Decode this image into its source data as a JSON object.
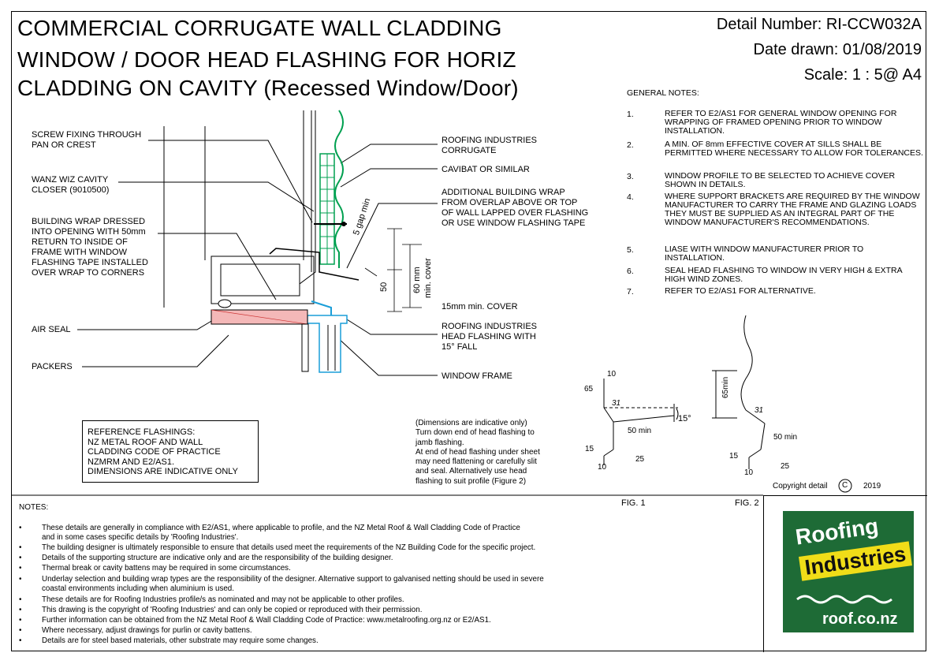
{
  "title": {
    "line1": "COMMERCIAL CORRUGATE WALL CLADDING",
    "line2": "WINDOW / DOOR HEAD FLASHING FOR HORIZ",
    "line3": "CLADDING ON CAVITY (Recessed Window/Door)"
  },
  "header": {
    "detail_number": "Detail Number:  RI-CCW032A",
    "date_drawn": "Date drawn:  01/08/2019",
    "scale": "Scale:   1 : 5@ A4"
  },
  "general_notes": {
    "heading": "GENERAL NOTES:",
    "items": [
      {
        "num": "1.",
        "text": "REFER TO E2/AS1 FOR GENERAL WINDOW OPENING FOR WRAPPING OF FRAMED OPENING PRIOR TO WINDOW INSTALLATION."
      },
      {
        "num": "2.",
        "text": "A MIN. OF 8mm EFFECTIVE COVER AT SILLS SHALL BE PERMITTED WHERE NECESSARY TO ALLOW FOR TOLERANCES."
      },
      {
        "num": "3.",
        "text": "WINDOW PROFILE TO BE SELECTED TO ACHIEVE COVER SHOWN IN DETAILS."
      },
      {
        "num": "4.",
        "text": "WHERE SUPPORT BRACKETS ARE REQUIRED BY THE WINDOW MANUFACTURER TO CARRY THE FRAME AND GLAZING LOADS THEY MUST BE SUPPLIED AS AN INTEGRAL PART OF THE WINDOW MANUFACTURER'S RECOMMENDATIONS."
      },
      {
        "num": "5.",
        "text": "LIASE WITH WINDOW MANUFACTURER PRIOR TO INSTALLATION."
      },
      {
        "num": "6.",
        "text": "SEAL HEAD FLASHING TO WINDOW IN VERY HIGH & EXTRA HIGH WIND ZONES."
      },
      {
        "num": "7.",
        "text": "REFER TO E2/AS1 FOR ALTERNATIVE."
      }
    ]
  },
  "labels_left": {
    "screw": [
      "SCREW FIXING THROUGH",
      "PAN OR CREST"
    ],
    "closer": [
      "WANZ WIZ CAVITY",
      "CLOSER (9010500)"
    ],
    "wrap": [
      "BUILDING WRAP DRESSED",
      "INTO OPENING WITH 50mm",
      "RETURN TO INSIDE OF",
      "FRAME WITH WINDOW",
      "FLASHING TAPE INSTALLED",
      "OVER WRAP TO CORNERS"
    ],
    "air_seal": "AIR SEAL",
    "packers": "PACKERS"
  },
  "labels_right": {
    "corrugate": [
      "ROOFING INDUSTRIES",
      "CORRUGATE"
    ],
    "cavibat": "CAVIBAT OR SIMILAR",
    "add_wrap": [
      "ADDITIONAL BUILDING WRAP",
      "FROM OVERLAP ABOVE OR TOP",
      "OF WALL LAPPED OVER FLASHING",
      "OR USE WINDOW FLASHING TAPE"
    ],
    "cover": "15mm min. COVER",
    "head_flashing": [
      "ROOFING INDUSTRIES",
      "HEAD FLASHING WITH",
      "15° FALL"
    ],
    "window_frame": "WINDOW FRAME"
  },
  "dimensions": {
    "gap": "5 gap min",
    "fifty": "50",
    "sixty": "60 mm",
    "min_cover": "min. cover"
  },
  "reference_box": [
    "REFERENCE FLASHINGS:",
    "NZ METAL ROOF AND WALL",
    "CLADDING CODE OF PRACTICE",
    "NZMRM AND E2/AS1.",
    "DIMENSIONS ARE INDICATIVE ONLY"
  ],
  "dimension_note": [
    "(Dimensions are indicative only)",
    "Turn down end of head flashing to",
    "jamb flashing.",
    "At end of head flashing under sheet",
    "may need flattening or carefully slit",
    "and seal. Alternatively use head",
    "flashing to suit profile (Figure 2)"
  ],
  "fig1": {
    "caption": "FIG. 1",
    "d10_top": "10",
    "d65": "65",
    "d31": "31",
    "d15deg": "15°",
    "d50": "50 min",
    "d15": "15",
    "d25": "25",
    "d10_bot": "10"
  },
  "fig2": {
    "caption": "FIG. 2",
    "d65": "65min",
    "d31": "31",
    "d50": "50 min",
    "d15": "15",
    "d25": "25",
    "d10": "10"
  },
  "copyright": {
    "text": "Copyright detail",
    "symbol": "C",
    "year": "2019"
  },
  "notes": {
    "heading": "NOTES:",
    "rows": [
      {
        "bullet": "•",
        "text": "These details are generally in compliance with E2/AS1, where applicable to profile, and the NZ Metal Roof & Wall Cladding Code of Practice"
      },
      {
        "bullet": "",
        "text": "and in some cases specific details by 'Roofing Industries'."
      },
      {
        "bullet": "•",
        "text": "The building designer is ultimately responsible to ensure that details used meet the requirements of the NZ Building Code for the specific project."
      },
      {
        "bullet": "•",
        "text": "Details of the supporting structure are indicative only and are the responsibility of the building designer."
      },
      {
        "bullet": "•",
        "text": "Thermal break or cavity battens may be required in some circumstances."
      },
      {
        "bullet": "•",
        "text": "Underlay selection and building wrap types are the responsibility of the designer. Alternative support to galvanised netting should be used in severe"
      },
      {
        "bullet": "",
        "text": "coastal environments including when aluminium is used."
      },
      {
        "bullet": "•",
        "text": "These details are for Roofing Industries profile/s as nominated and may not be applicable to other profiles."
      },
      {
        "bullet": "•",
        "text": "This drawing is the copyright of 'Roofing Industries' and can only be copied or reproduced with their permission."
      },
      {
        "bullet": "•",
        "text": "Further information can be obtained from the NZ Metal Roof & Wall Cladding Code of Practice:  www.metalroofing.org.nz or E2/AS1."
      },
      {
        "bullet": "•",
        "text": "Where necessary, adjust drawings for purlin or cavity battens."
      },
      {
        "bullet": "•",
        "text": "Details are for steel based materials, other substrate may require some changes."
      }
    ]
  },
  "logo": {
    "line1": "Roofing",
    "line2": "Industries",
    "url": "roof.co.nz"
  },
  "colors": {
    "cladding": "#00a050",
    "flashing": "#1a9ed8",
    "timber": "#f4b8b8",
    "logo_green": "#1e6b36",
    "logo_yellow": "#f0dd18"
  }
}
